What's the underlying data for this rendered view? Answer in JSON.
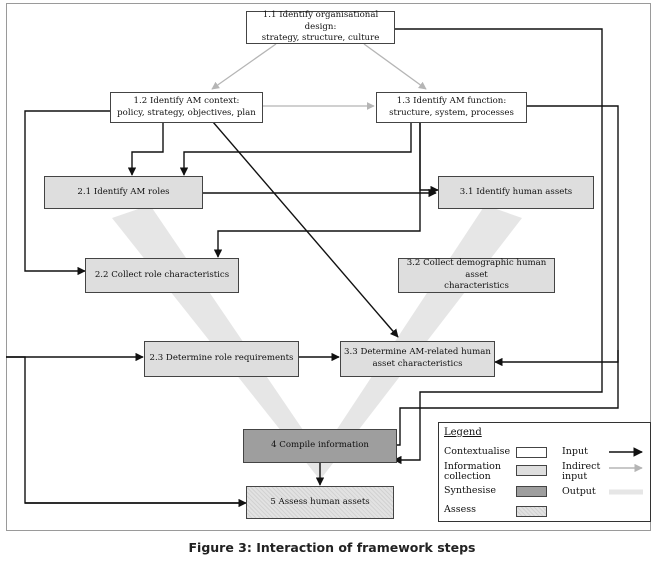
{
  "boxes": {
    "s1_1": "1.1 Identify organisational design:\nstrategy, structure, culture",
    "s1_2": "1.2 Identify AM context:\npolicy, strategy, objectives, plan",
    "s1_3": "1.3 Identify AM function:\nstructure, system, processes",
    "s2_1": "2.1 Identify AM roles",
    "s3_1": "3.1 Identify human assets",
    "s2_2": "2.2 Collect role characteristics",
    "s3_2": "3.2 Collect demographic human asset\ncharacteristics",
    "s2_3": "2.3 Determine role requirements",
    "s3_3": "3.3 Determine AM-related human\nasset characteristics",
    "s4": "4 Compile information",
    "s5": "5 Assess human assets"
  },
  "legend": {
    "title": "Legend",
    "categories": [
      "Contextualise",
      "Information\ncollection",
      "Synthesise",
      "Assess"
    ],
    "arrows": [
      "Input",
      "Indirect\ninput",
      "Output"
    ]
  },
  "colors": {
    "contextualise": "#ffffff",
    "information_collection": "#dedede",
    "synthesise": "#9e9e9e",
    "assess": "#e2e2e2",
    "input": "#111111",
    "indirect_input": "#b5b5b5",
    "output": "#e6e6e6"
  },
  "caption": "Figure 3: Interaction of framework steps"
}
